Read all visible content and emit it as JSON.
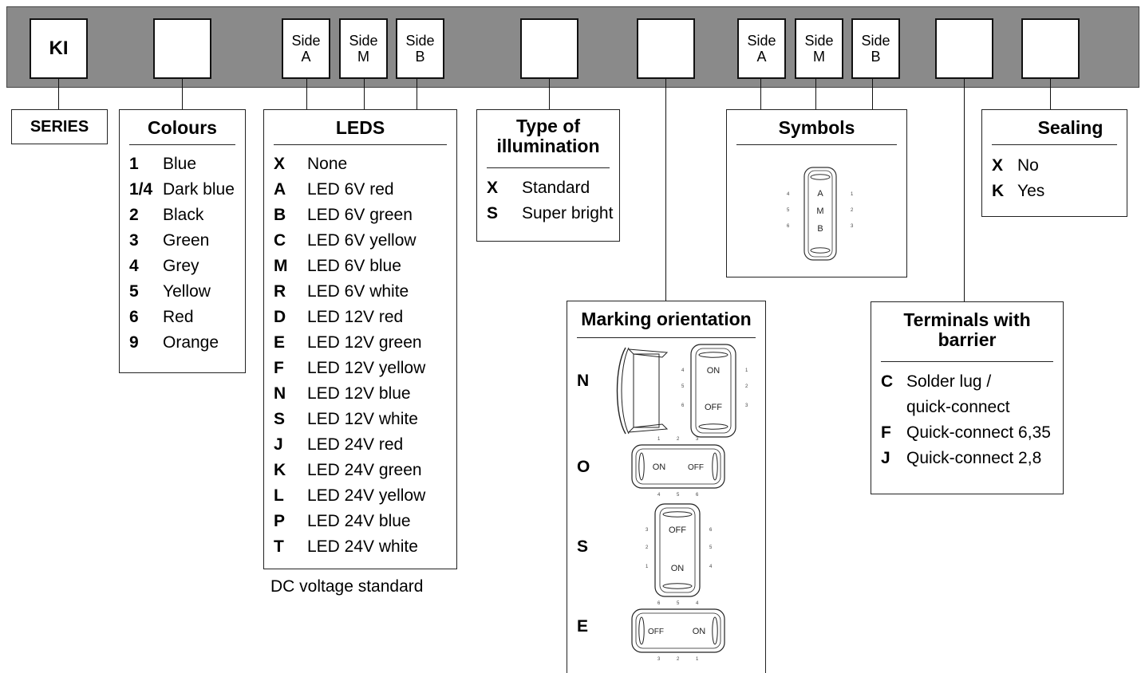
{
  "header": {
    "series_code": "KI",
    "side_a": "Side\nA",
    "side_m": "Side\nM",
    "side_b": "Side\nB"
  },
  "series": {
    "title": "SERIES"
  },
  "colours": {
    "title": "Colours",
    "items": [
      {
        "code": "1",
        "label": "Blue"
      },
      {
        "code": "1/4",
        "label": "Dark blue"
      },
      {
        "code": "2",
        "label": "Black"
      },
      {
        "code": "3",
        "label": "Green"
      },
      {
        "code": "4",
        "label": "Grey"
      },
      {
        "code": "5",
        "label": "Yellow"
      },
      {
        "code": "6",
        "label": "Red"
      },
      {
        "code": "9",
        "label": "Orange"
      }
    ]
  },
  "leds": {
    "title": "LEDS",
    "items": [
      {
        "code": "X",
        "label": "None"
      },
      {
        "code": "A",
        "label": "LED 6V red"
      },
      {
        "code": "B",
        "label": "LED 6V green"
      },
      {
        "code": "C",
        "label": "LED 6V yellow"
      },
      {
        "code": "M",
        "label": "LED 6V blue"
      },
      {
        "code": "R",
        "label": "LED 6V white"
      },
      {
        "code": "D",
        "label": "LED 12V red"
      },
      {
        "code": "E",
        "label": "LED 12V green"
      },
      {
        "code": "F",
        "label": "LED 12V yellow"
      },
      {
        "code": "N",
        "label": "LED 12V blue"
      },
      {
        "code": "S",
        "label": "LED 12V white"
      },
      {
        "code": "J",
        "label": "LED 24V red"
      },
      {
        "code": "K",
        "label": "LED 24V green"
      },
      {
        "code": "L",
        "label": "LED 24V yellow"
      },
      {
        "code": "P",
        "label": "LED 24V blue"
      },
      {
        "code": "T",
        "label": "LED 24V white"
      }
    ],
    "note": "DC voltage standard"
  },
  "illumination": {
    "title_line1": "Type of",
    "title_line2": "illumination",
    "items": [
      {
        "code": "X",
        "label": "Standard"
      },
      {
        "code": "S",
        "label": "Super bright"
      }
    ]
  },
  "symbols": {
    "title": "Symbols",
    "switch": {
      "top": "A",
      "mid": "M",
      "bot": "B",
      "left_nums": [
        "4",
        "5",
        "6"
      ],
      "right_nums": [
        "1",
        "2",
        "3"
      ]
    }
  },
  "sealing": {
    "title": "Sealing",
    "items": [
      {
        "code": "X",
        "label": "No"
      },
      {
        "code": "K",
        "label": "Yes"
      }
    ]
  },
  "marking": {
    "title": "Marking orientation",
    "rows": [
      {
        "code": "N",
        "on": "ON",
        "off": "OFF",
        "nums_a": [
          "4",
          "5",
          "6"
        ],
        "nums_b": [
          "1",
          "2",
          "3"
        ]
      },
      {
        "code": "O",
        "on": "ON",
        "off": "OFF",
        "nums_a": [
          "1",
          "2",
          "3"
        ],
        "nums_b": [
          "4",
          "5",
          "6"
        ]
      },
      {
        "code": "S",
        "on": "ON",
        "off": "OFF",
        "nums_a": [
          "3",
          "2",
          "1"
        ],
        "nums_b": [
          "6",
          "5",
          "4"
        ]
      },
      {
        "code": "E",
        "on": "ON",
        "off": "OFF",
        "nums_a": [
          "6",
          "5",
          "4"
        ],
        "nums_b": [
          "3",
          "2",
          "1"
        ]
      }
    ]
  },
  "terminals": {
    "title_line1": "Terminals with",
    "title_line2": "barrier",
    "items": [
      {
        "code": "C",
        "label": "Solder lug /"
      },
      {
        "code": "",
        "label": "quick-connect"
      },
      {
        "code": "F",
        "label": "Quick-connect 6,35"
      },
      {
        "code": "J",
        "label": "Quick-connect 2,8"
      }
    ]
  }
}
